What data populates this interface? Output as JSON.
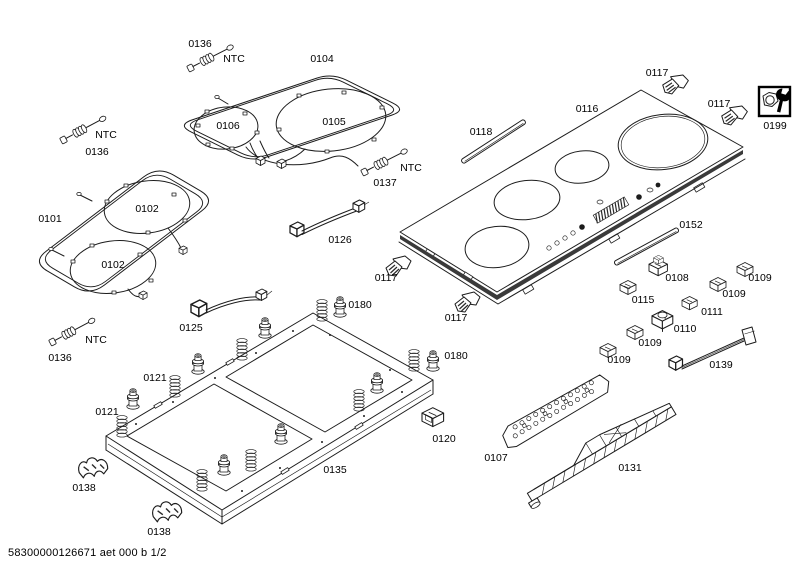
{
  "strings": {
    "ntc": "NTC",
    "footer": "58300000126671 aet 000 b 1/2"
  },
  "icons": {
    "service_box": "wrench-and-nut-icon"
  },
  "parts": {
    "0101": "0101",
    "0102": "0102",
    "0104": "0104",
    "0105": "0105",
    "0106": "0106",
    "0107": "0107",
    "0108": "0108",
    "0109": "0109",
    "0110": "0110",
    "0111": "0111",
    "0115": "0115",
    "0116": "0116",
    "0117": "0117",
    "0118": "0118",
    "0120": "0120",
    "0121": "0121",
    "0125": "0125",
    "0126": "0126",
    "0131": "0131",
    "0135": "0135",
    "0136": "0136",
    "0137": "0137",
    "0138": "0138",
    "0139": "0139",
    "0152": "0152",
    "0180": "0180",
    "0199": "0199"
  }
}
